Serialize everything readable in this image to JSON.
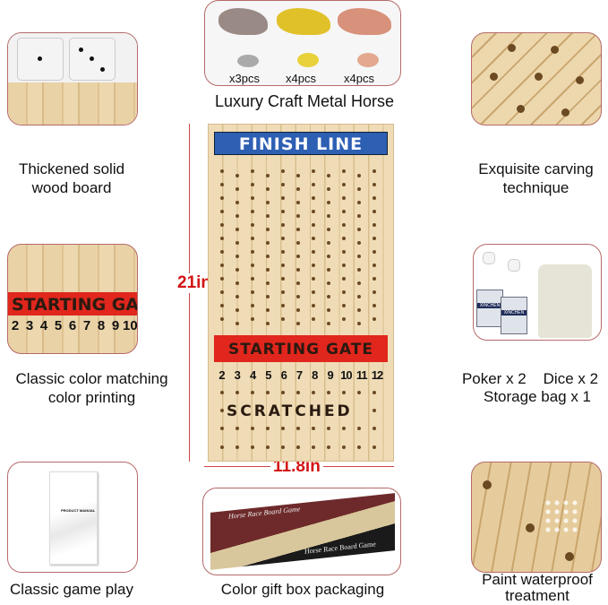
{
  "horses": {
    "counts": [
      "x3pcs",
      "x4pcs",
      "x4pcs"
    ],
    "caption": "Luxury Craft Metal Horse",
    "colors": [
      "#a9a9a9",
      "#e1c12a",
      "#d8917a"
    ]
  },
  "left": [
    {
      "caption": "Thickened solid wood board"
    },
    {
      "caption": "Classic color matching color printing",
      "detail_banner": "STARTING GA",
      "detail_numbers": [
        "2",
        "3",
        "4",
        "5",
        "6",
        "7",
        "8",
        "9",
        "10"
      ]
    },
    {
      "caption": "Classic game play",
      "manual_label": "PRODUCT MANUAL"
    }
  ],
  "right": [
    {
      "caption": "Exquisite carving technique"
    },
    {
      "caption_line1": "Poker x 2    Dice x 2",
      "caption_line2": "Storage bag x 1",
      "card_brand": "XINCHEN"
    },
    {
      "caption": "Paint waterproof treatment"
    }
  ],
  "board": {
    "finish": "FINISH LINE",
    "start": "STARTING GATE",
    "scratched": "SCRATCHED",
    "numbers": [
      "2",
      "3",
      "4",
      "5",
      "6",
      "7",
      "8",
      "9",
      "10",
      "11",
      "12"
    ],
    "height_label": "21in",
    "width_label": "11.8in",
    "finish_color": "#2d5fb3",
    "start_color": "#e0261d"
  },
  "box": {
    "caption": "Color gift box packaging",
    "title": "Horse Race Board Game",
    "top_title": "Horse Race Board Game"
  }
}
